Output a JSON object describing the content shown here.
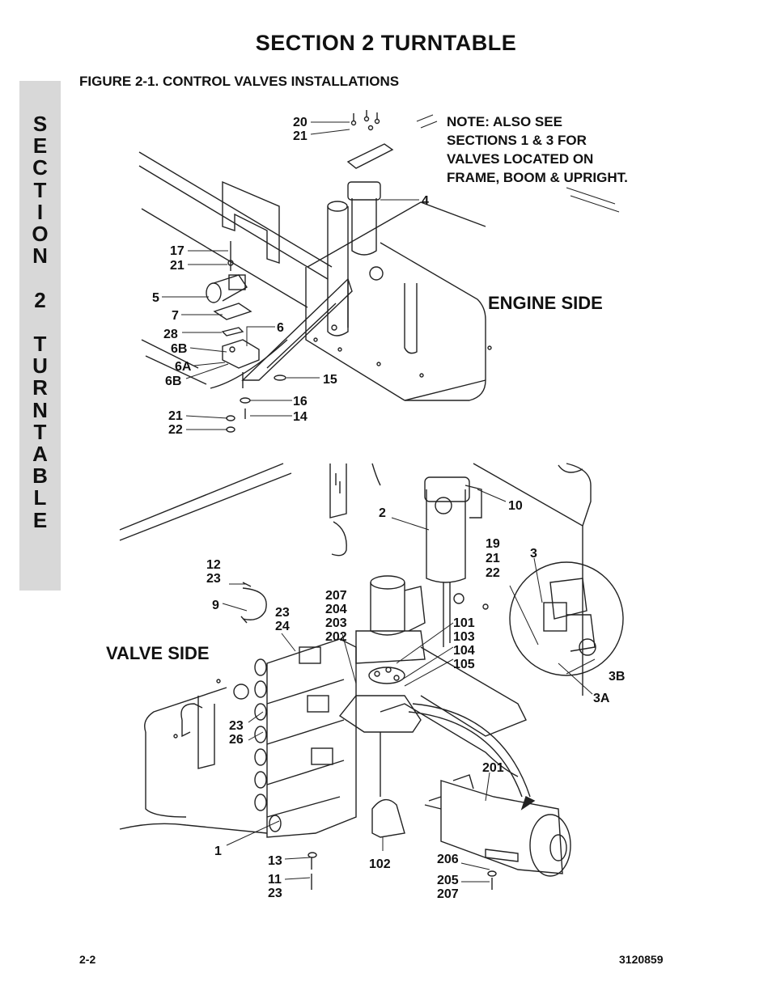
{
  "header": {
    "section_title": "SECTION 2   TURNTABLE",
    "figure_title": "FIGURE 2-1.    CONTROL VALVES INSTALLATIONS"
  },
  "side_tab": {
    "letters": [
      "S",
      "E",
      "C",
      "T",
      "I",
      "O",
      "N",
      "",
      "2",
      "",
      "T",
      "U",
      "R",
      "N",
      "T",
      "A",
      "B",
      "L",
      "E"
    ]
  },
  "note": {
    "lines": [
      "NOTE: ALSO SEE",
      "SECTIONS 1 & 3 FOR",
      "VALVES LOCATED ON",
      "FRAME, BOOM & UPRIGHT."
    ]
  },
  "areas": {
    "engine_side": "ENGINE SIDE",
    "valve_side": "VALVE SIDE"
  },
  "callouts": {
    "c20": "20",
    "c21a": "21",
    "c4": "4",
    "c17": "17",
    "c21b": "21",
    "c5": "5",
    "c7": "7",
    "c6": "6",
    "c28": "28",
    "c6b1": "6B",
    "c6a": "6A",
    "c6b2": "6B",
    "c15": "15",
    "c16": "16",
    "c21c": "21",
    "c14": "14",
    "c22": "22",
    "c10": "10",
    "c2": "2",
    "c19": "19",
    "c21d": "21",
    "c22b": "22",
    "c3": "3",
    "c12": "12",
    "c23a": "23",
    "c9": "9",
    "c23b": "23",
    "c24": "24",
    "c207a": "207",
    "c204": "204",
    "c203": "203",
    "c202": "202",
    "c101": "101",
    "c103": "103",
    "c104": "104",
    "c105": "105",
    "c3b": "3B",
    "c3a": "3A",
    "c23c": "23",
    "c26": "26",
    "c201": "201",
    "c1": "1",
    "c13": "13",
    "c102": "102",
    "c206": "206",
    "c11": "11",
    "c23d": "23",
    "c205": "205",
    "c207b": "207"
  },
  "footer": {
    "page": "2-2",
    "doc_number": "3120859"
  }
}
